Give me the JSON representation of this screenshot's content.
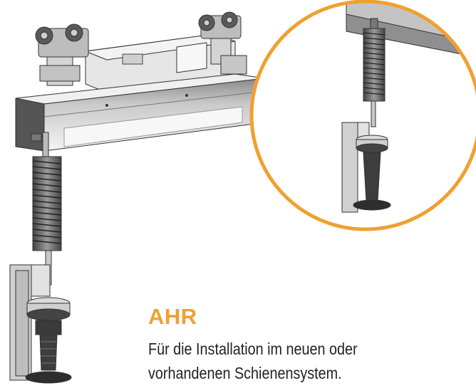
{
  "product": {
    "name": "AHR",
    "description_lines": [
      "Für die Installation im neuen oder",
      "vorhandenen Schienensystem."
    ]
  },
  "colors": {
    "accent": "#F0A030",
    "line": "#333333",
    "metal_light": "#D8D8D8",
    "metal_dark": "#6E6E6E",
    "background": "#FFFFFF"
  }
}
